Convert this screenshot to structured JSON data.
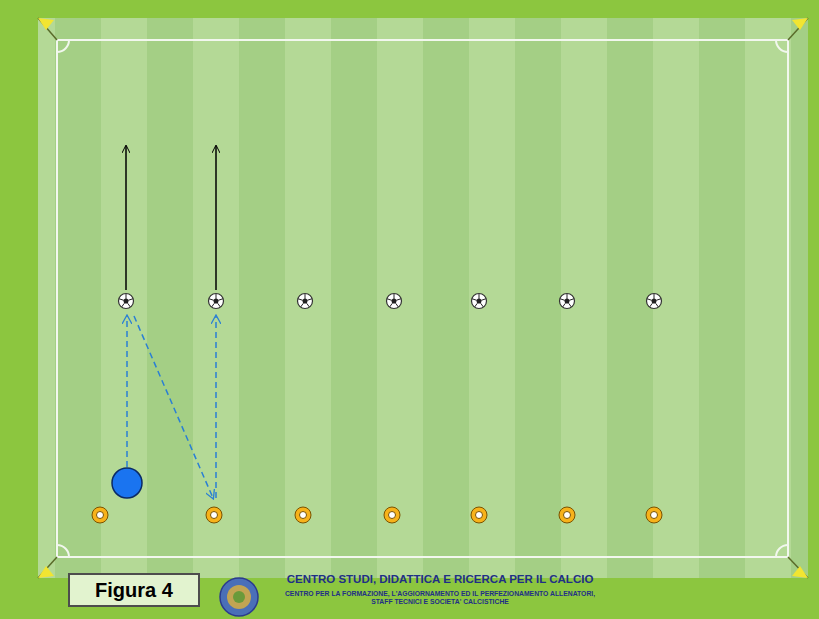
{
  "diagram": {
    "nodes": [
      {
        "text": [
          "Figura 4"
        ]
      }
    ],
    "labels": [
      "CENTRO STUDI, DIDATTICA E RICERCA PER IL CALCIO",
      "CENTRO PER LA FORMAZIONE, L'AGGIORNAMENTO ED IL PERFEZIONAMENTO ALLENATORI, STAFF TECNICI E SOCIETA' CALCISTICHE"
    ]
  }
}
